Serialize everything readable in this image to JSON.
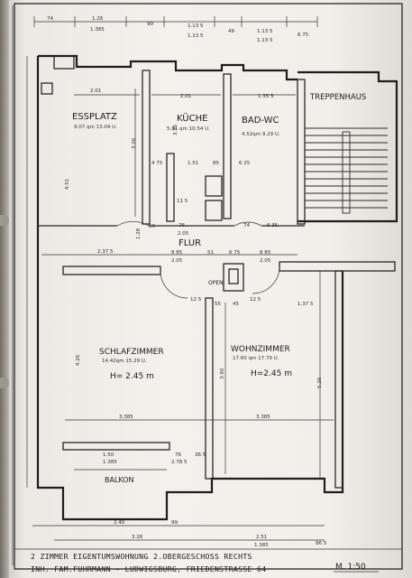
{
  "rooms": {
    "essplatz": {
      "name": "ESSPLATZ",
      "area": "9.07 qm 13.04 U."
    },
    "kueche": {
      "name": "KÜCHE",
      "area": "5.81 qm 10.54 U."
    },
    "badwc": {
      "name": "BAD-WC",
      "area": "4.52qm 9.29 U."
    },
    "treppenhaus": {
      "name": "TREPPENHAUS"
    },
    "flur": {
      "name": "FLUR"
    },
    "open": {
      "name": "OPEN"
    },
    "schlafzimmer": {
      "name": "SCHLAFZIMMER",
      "area": "14.42qm 15.29 U.",
      "height": "H= 2.45 m"
    },
    "wohnzimmer": {
      "name": "WOHNZIMMER",
      "area": "17.60 qm 17.79 U.",
      "height": "H=2.45 m"
    },
    "balkon": {
      "name": "BALKON"
    }
  },
  "dimensions": {
    "top": [
      "74",
      "1.26",
      "1.385",
      "99",
      "1.13 5",
      "1.13 5",
      "49",
      "1.13 5",
      "1.13 5",
      "6 75"
    ],
    "esspl_w": "2.01",
    "kueche_w": "2.01",
    "bad_w": "1.35 5",
    "flur_w": "2.37 5",
    "flur_885a": "8 85",
    "flur_205a": "2.05",
    "flur_51": "51",
    "flur_675": "6 75",
    "flur_885b": "8 85",
    "flur_205b": "2.05",
    "door_59": "59",
    "door_76": "76",
    "door_205": "2.05",
    "door_74": "74",
    "door_635": "6 35",
    "k_475": "4 75",
    "k_151": "1.51",
    "k_85": "85",
    "k_625": "6 25",
    "k_115": "11 5",
    "open_125a": "12 5",
    "open_55": "55",
    "open_45": "45",
    "open_125b": "12 5",
    "open_1375": "1.37 5",
    "schlaf_w": "3.385",
    "wohn_w": "3.385",
    "balk_150": "1.50",
    "balk_1385": "1.385",
    "balk_76": "76",
    "balk_2785": "2.78 5",
    "balk_365": "36 5",
    "bottom_240": "2.40",
    "bottom_326": "3.26",
    "bottom_99": "99",
    "bottom_251": "2.51",
    "bottom_1385": "1.385",
    "bottom_865": "86 5",
    "v_451": "4.51",
    "v_426": "4.26",
    "v_326": "3.26",
    "v_390": "3.90",
    "v_335": "3.35",
    "v_5": "5.26",
    "v_128": "1.28"
  },
  "caption": {
    "line1": "2 ZIMMER EIGENTUMSWOHNUNG 2.OBERGESCHOSS RECHTS",
    "line2": "INH. FAM.FUHRMANN - LUDWIGSBURG, FRIEDENSTRASSE 64"
  },
  "scale": "M. 1:50"
}
